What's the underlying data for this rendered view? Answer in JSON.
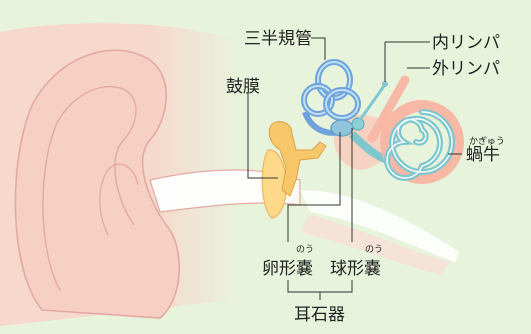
{
  "colors": {
    "background": "#e8f3dc",
    "skin": "#f6d8cc",
    "skin_line": "#e4a9a1",
    "canal": "#ffffff",
    "eardrum": "#ffd98a",
    "ossicle": "#f7c76a",
    "canal_blue": "#6fa3dc",
    "canal_light": "#bfe0f5",
    "cochlea": "#7fc7cf",
    "perilymph": "#f8b8a6",
    "leader": "#333333"
  },
  "labels": {
    "semicircular_canals": "三半規管",
    "endolymph": "内リンパ",
    "perilymph": "外リンパ",
    "eardrum": "鼓膜",
    "cochlea": "蝸牛",
    "cochlea_ruby": "かぎゅう",
    "utricle": "卵形嚢",
    "utricle_ruby": "のう",
    "saccule": "球形嚢",
    "saccule_ruby": "のう",
    "otolith_organs": "耳石器"
  }
}
